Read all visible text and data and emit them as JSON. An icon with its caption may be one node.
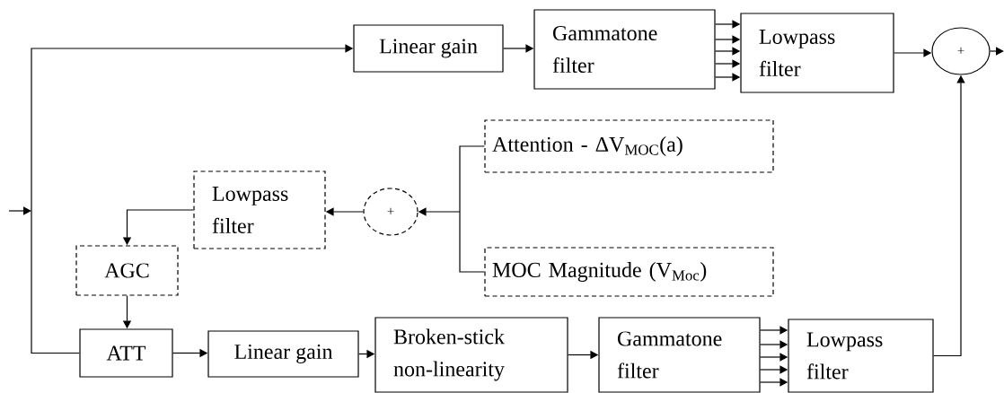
{
  "diagram": {
    "nodes": [
      {
        "text": [
          "Linear gain"
        ]
      },
      {
        "text": [
          "Gammatone filter"
        ]
      },
      {
        "text": [
          "Lowpass filter"
        ]
      },
      {
        "text": [
          "+"
        ]
      },
      {
        "text": [
          "Attention - ΔV$_{MOC}$(a)"
        ]
      },
      {
        "text": [
          "Lowpass filter"
        ]
      },
      {
        "text": [
          "+"
        ]
      },
      {
        "text": [
          "MOC Magnitude (V$_{Moc}$)"
        ]
      },
      {
        "text": [
          "AGC"
        ]
      },
      {
        "text": [
          "ATT"
        ]
      },
      {
        "text": [
          "Linear gain"
        ]
      },
      {
        "text": [
          "Broken-stick non-linearity"
        ]
      },
      {
        "text": [
          "Gammatone filter"
        ]
      },
      {
        "text": [
          "Lowpass filter"
        ]
      }
    ],
    "edges": [
      {
        "from": null,
        "to": 0,
        "arrow": "to"
      },
      {
        "from": null,
        "to": 9,
        "arrow": "none"
      },
      {
        "from": 0,
        "to": 1,
        "arrow": "to"
      },
      {
        "from": 1,
        "to": 2,
        "arrow": "to"
      },
      {
        "from": 1,
        "to": 2,
        "arrow": "to"
      },
      {
        "from": 1,
        "to": 2,
        "arrow": "to"
      },
      {
        "from": 1,
        "to": 2,
        "arrow": "to"
      },
      {
        "from": 1,
        "to": 2,
        "arrow": "to"
      },
      {
        "from": 2,
        "to": 3,
        "arrow": "to"
      },
      {
        "from": 3,
        "to": null,
        "arrow": "to"
      },
      {
        "from": 13,
        "to": 3,
        "arrow": "to"
      },
      {
        "from": 4,
        "to": 6,
        "arrow": "to"
      },
      {
        "from": 7,
        "to": 6,
        "arrow": "to"
      },
      {
        "from": 6,
        "to": 5,
        "arrow": "to"
      },
      {
        "from": 5,
        "to": 8,
        "arrow": "to"
      },
      {
        "from": 8,
        "to": 9,
        "arrow": "to"
      },
      {
        "from": 9,
        "to": 10,
        "arrow": "to"
      },
      {
        "from": 10,
        "to": 11,
        "arrow": "to"
      },
      {
        "from": 11,
        "to": 12,
        "arrow": "to"
      },
      {
        "from": 12,
        "to": 13,
        "arrow": "to"
      },
      {
        "from": 12,
        "to": 13,
        "arrow": "to"
      },
      {
        "from": 12,
        "to": 13,
        "arrow": "to"
      },
      {
        "from": 12,
        "to": 13,
        "arrow": "to"
      },
      {
        "from": 12,
        "to": 13,
        "arrow": "to"
      }
    ]
  }
}
